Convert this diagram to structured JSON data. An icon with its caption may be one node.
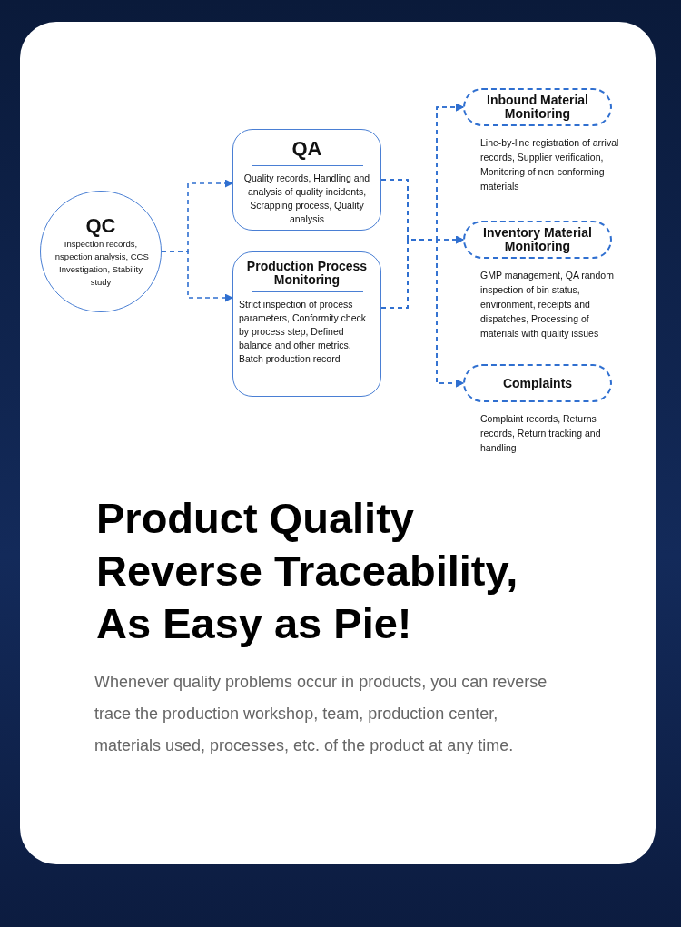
{
  "diagram": {
    "title": "Product Quality Reverse Traceability, As Easy as Pie!",
    "caption": "Whenever quality problems occur in products, you can reverse trace the production workshop, team, production center, materials used, processes, etc. of the product at any time.",
    "nodes": [
      {
        "text": [
          "QC",
          "Inspection records, Inspection analysis, CCS Investigation, Stability study"
        ]
      },
      {
        "text": [
          "QA",
          "Quality records, Handling and analysis of quality incidents, Scrapping process, Quality analysis"
        ]
      },
      {
        "text": [
          "Production Process Monitoring",
          "Strict inspection of process parameters, Conformity check by process step, Defined balance and other metrics, Batch production record"
        ]
      },
      {
        "text": [
          "Inbound Material Monitoring"
        ],
        "beside": [
          "Line-by-line registration of arrival records, Supplier verification, Monitoring of non-conforming materials"
        ]
      },
      {
        "text": [
          "Inventory Material Monitoring"
        ],
        "beside": [
          "GMP management, QA random inspection of bin status, environment, receipts and dispatches, Processing of materials with quality issues"
        ]
      },
      {
        "text": [
          "Complaints"
        ],
        "beside": [
          "Complaint records, Returns records, Return tracking and handling"
        ]
      }
    ],
    "edges": [
      {
        "from": 0,
        "to": 1,
        "arrow": "to",
        "style": "dashed"
      },
      {
        "from": 0,
        "to": 2,
        "arrow": "to",
        "style": "dashed"
      },
      {
        "from": 1,
        "to": 3,
        "arrow": "to",
        "style": "dashed"
      },
      {
        "from": 1,
        "to": 4,
        "arrow": "to",
        "style": "dashed"
      },
      {
        "from": 1,
        "to": 5,
        "arrow": "to",
        "style": "dashed"
      },
      {
        "from": 2,
        "to": 3,
        "arrow": "to",
        "style": "dashed"
      },
      {
        "from": 2,
        "to": 4,
        "arrow": "to",
        "style": "dashed"
      },
      {
        "from": 2,
        "to": 5,
        "arrow": "to",
        "style": "dashed"
      }
    ]
  }
}
